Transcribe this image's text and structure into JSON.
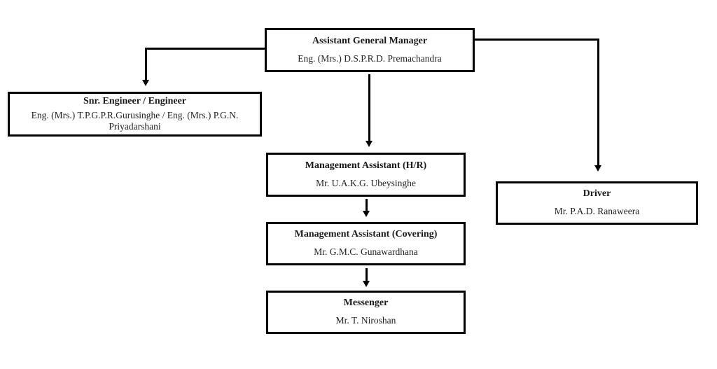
{
  "diagram": {
    "type": "org-chart",
    "colors": {
      "border": "#000000",
      "text": "#1a1a1a",
      "background": "#ffffff"
    },
    "nodes": [
      {
        "id": "assistant-general-manager",
        "title": "Assistant General Manager",
        "name": "Eng. (Mrs.) D.S.P.R.D. Premachandra"
      },
      {
        "id": "snr-engineer",
        "title": "Snr. Engineer / Engineer",
        "name": "Eng. (Mrs.) T.P.G.P.R.Gurusinghe / Eng. (Mrs.) P.G.N. Priyadarshani"
      },
      {
        "id": "management-assistant-hr",
        "title": "Management Assistant (H/R)",
        "name": "Mr. U.A.K.G. Ubeysinghe"
      },
      {
        "id": "management-assistant-covering",
        "title": "Management Assistant (Covering)",
        "name": "Mr. G.M.C. Gunawardhana"
      },
      {
        "id": "messenger",
        "title": "Messenger",
        "name": "Mr. T. Niroshan"
      },
      {
        "id": "driver",
        "title": "Driver",
        "name": "Mr. P.A.D. Ranaweera"
      }
    ],
    "edges": [
      {
        "from": "assistant-general-manager",
        "to": "snr-engineer"
      },
      {
        "from": "assistant-general-manager",
        "to": "management-assistant-hr"
      },
      {
        "from": "assistant-general-manager",
        "to": "driver"
      },
      {
        "from": "management-assistant-hr",
        "to": "management-assistant-covering"
      },
      {
        "from": "management-assistant-covering",
        "to": "messenger"
      }
    ]
  }
}
